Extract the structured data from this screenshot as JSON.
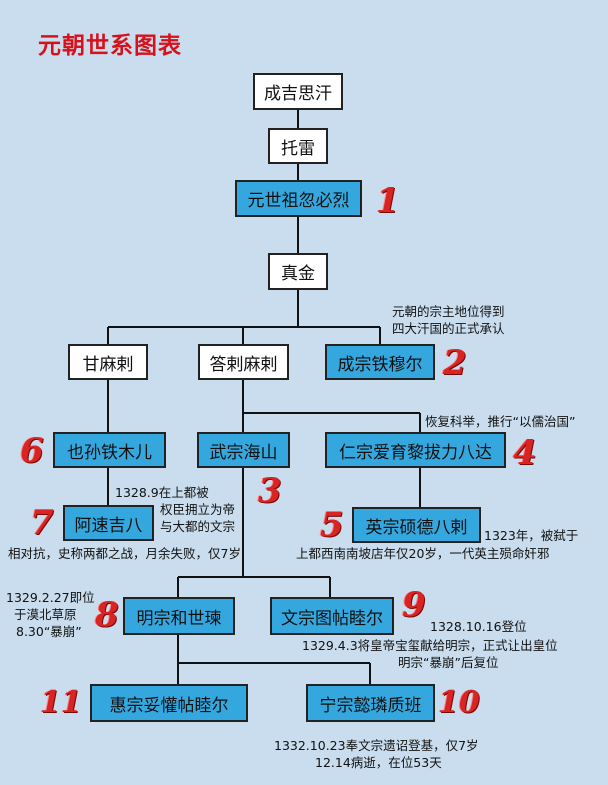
{
  "title": "元朝世系图表",
  "colors": {
    "title": "#d8101a",
    "background": "#c9ddee",
    "emperor_box": "#35a7df",
    "other_box": "#ffffff",
    "number": "#d92424",
    "line": "#111111"
  },
  "nodes": {
    "genghis": "成吉思汗",
    "tolui": "托雷",
    "kublai": "元世祖忽必烈",
    "zhenjin": "真金",
    "gammala": "甘麻剌",
    "darmabala": "答剌麻剌",
    "chengzong": "成宗铁穆尔",
    "yesun": "也孙铁木儿",
    "wuzong": "武宗海山",
    "renzong": "仁宗爱育黎拔力八达",
    "asugiba": "阿速吉八",
    "yingzong": "英宗硕德八剌",
    "mingzong": "明宗和世瑓",
    "wenzong": "文宗图帖睦尔",
    "huizong": "惠宗妥懽帖睦尔",
    "ningzong": "宁宗懿璘质班"
  },
  "numbers": {
    "kublai": "1",
    "chengzong": "2",
    "wuzong": "3",
    "renzong": "4",
    "yingzong": "5",
    "yesun": "6",
    "asugiba": "7",
    "mingzong": "8",
    "wenzong": "9",
    "ningzong": "10",
    "huizong": "11"
  },
  "notes": {
    "chengzong_1": "元朝的宗主地位得到",
    "chengzong_2": "四大汗国的正式承认",
    "renzong": "恢复科举，推行“以儒治国”",
    "asugiba_1": "1328.9在上都被",
    "asugiba_2": "权臣拥立为帝",
    "asugiba_3": "与大都的文宗",
    "asugiba_4": "相对抗，史称两都之战，月余失败，仅7岁",
    "yingzong_1": "1323年，被弑于",
    "yingzong_2": "上都西南南坡店年仅20岁，一代英主殒命奸邪",
    "mingzong_1": "1329.2.27即位",
    "mingzong_2": "于漠北草原",
    "mingzong_3": "8.30“暴崩”",
    "wenzong_1": "1328.10.16登位",
    "wenzong_2": "1329.4.3将皇帝宝玺献给明宗，正式让出皇位",
    "wenzong_3": "明宗“暴崩”后复位",
    "ningzong_1": "1332.10.23奉文宗遗诏登基，仅7岁",
    "ningzong_2": "12.14病逝，在位53天"
  }
}
